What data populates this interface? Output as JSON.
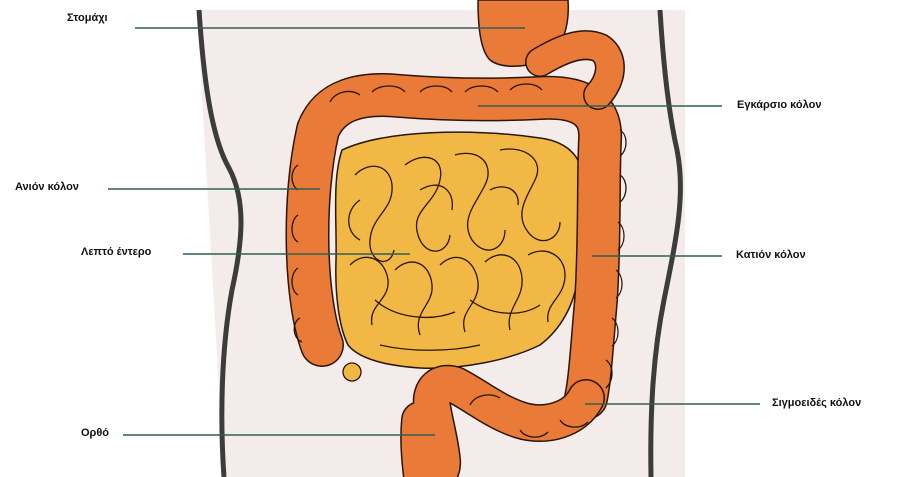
{
  "labels": {
    "stomach": "Στομάχι",
    "transverse_colon": "Εγκάρσιο κόλον",
    "ascending_colon": "Ανιόν κόλον",
    "small_intestine": "Λεπτό έντερο",
    "descending_colon": "Κατιόν κόλον",
    "sigmoid_colon": "Σιγμοειδές κόλον",
    "rectum": "Ορθό"
  },
  "colors": {
    "body_background": "#f4ecea",
    "body_outline": "#3c3c3c",
    "large_intestine": "#ea7a37",
    "large_intestine_outline": "#2a1608",
    "small_intestine": "#f2b846",
    "small_intestine_outline": "#2a1608",
    "leader_line": "#2f5f55"
  }
}
